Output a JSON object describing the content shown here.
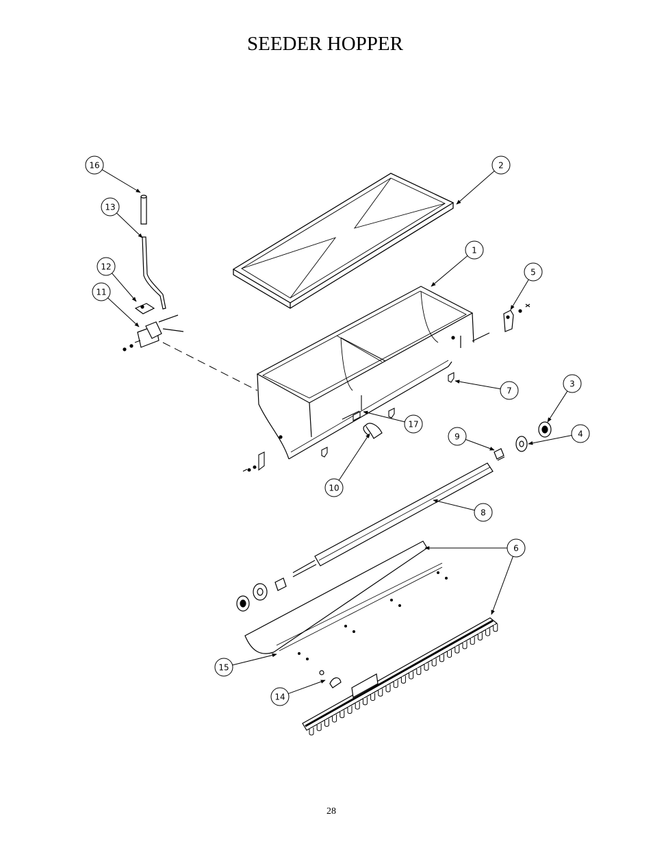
{
  "title": "SEEDER HOPPER",
  "page_number": "28",
  "callouts": [
    {
      "id": "c1",
      "label": "1"
    },
    {
      "id": "c2",
      "label": "2"
    },
    {
      "id": "c3",
      "label": "3"
    },
    {
      "id": "c4",
      "label": "4"
    },
    {
      "id": "c5",
      "label": "5"
    },
    {
      "id": "c6",
      "label": "6"
    },
    {
      "id": "c7",
      "label": "7"
    },
    {
      "id": "c8",
      "label": "8"
    },
    {
      "id": "c9",
      "label": "9"
    },
    {
      "id": "c10",
      "label": "10"
    },
    {
      "id": "c11",
      "label": "11"
    },
    {
      "id": "c12",
      "label": "12"
    },
    {
      "id": "c13",
      "label": "13"
    },
    {
      "id": "c14",
      "label": "14"
    },
    {
      "id": "c15",
      "label": "15"
    },
    {
      "id": "c16",
      "label": "16"
    },
    {
      "id": "c17",
      "label": "17"
    }
  ]
}
